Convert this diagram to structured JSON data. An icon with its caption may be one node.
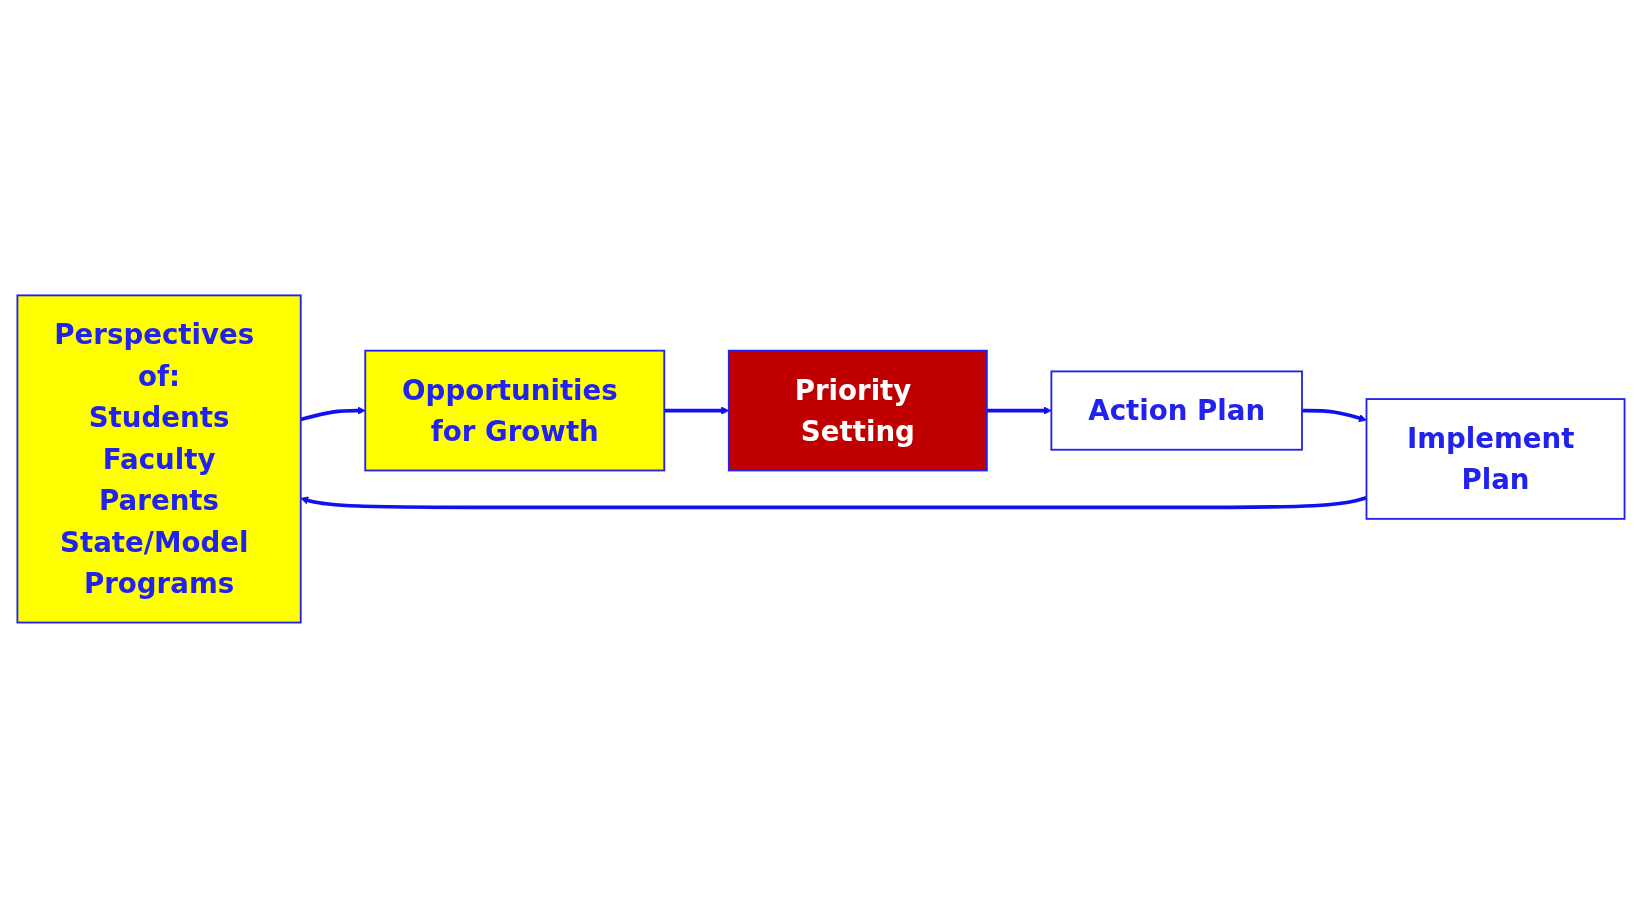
{
  "diagram": {
    "nodes": [
      {
        "text": [
          "Perspectives of:",
          "Students",
          "Faculty",
          "Parents",
          "State/Model Programs"
        ]
      },
      {
        "text": [
          "Opportunities for Growth"
        ]
      },
      {
        "text": [
          "Priority Setting"
        ]
      },
      {
        "text": [
          "Action Plan"
        ]
      },
      {
        "text": [
          "Implement Plan"
        ]
      }
    ],
    "edges": [
      {
        "from": 0,
        "to": 1,
        "arrow": "to"
      },
      {
        "from": 1,
        "to": 2,
        "arrow": "to"
      },
      {
        "from": 2,
        "to": 3,
        "arrow": "to"
      },
      {
        "from": 3,
        "to": 4,
        "arrow": "to"
      },
      {
        "from": 4,
        "to": 0,
        "arrow": "to"
      }
    ]
  }
}
